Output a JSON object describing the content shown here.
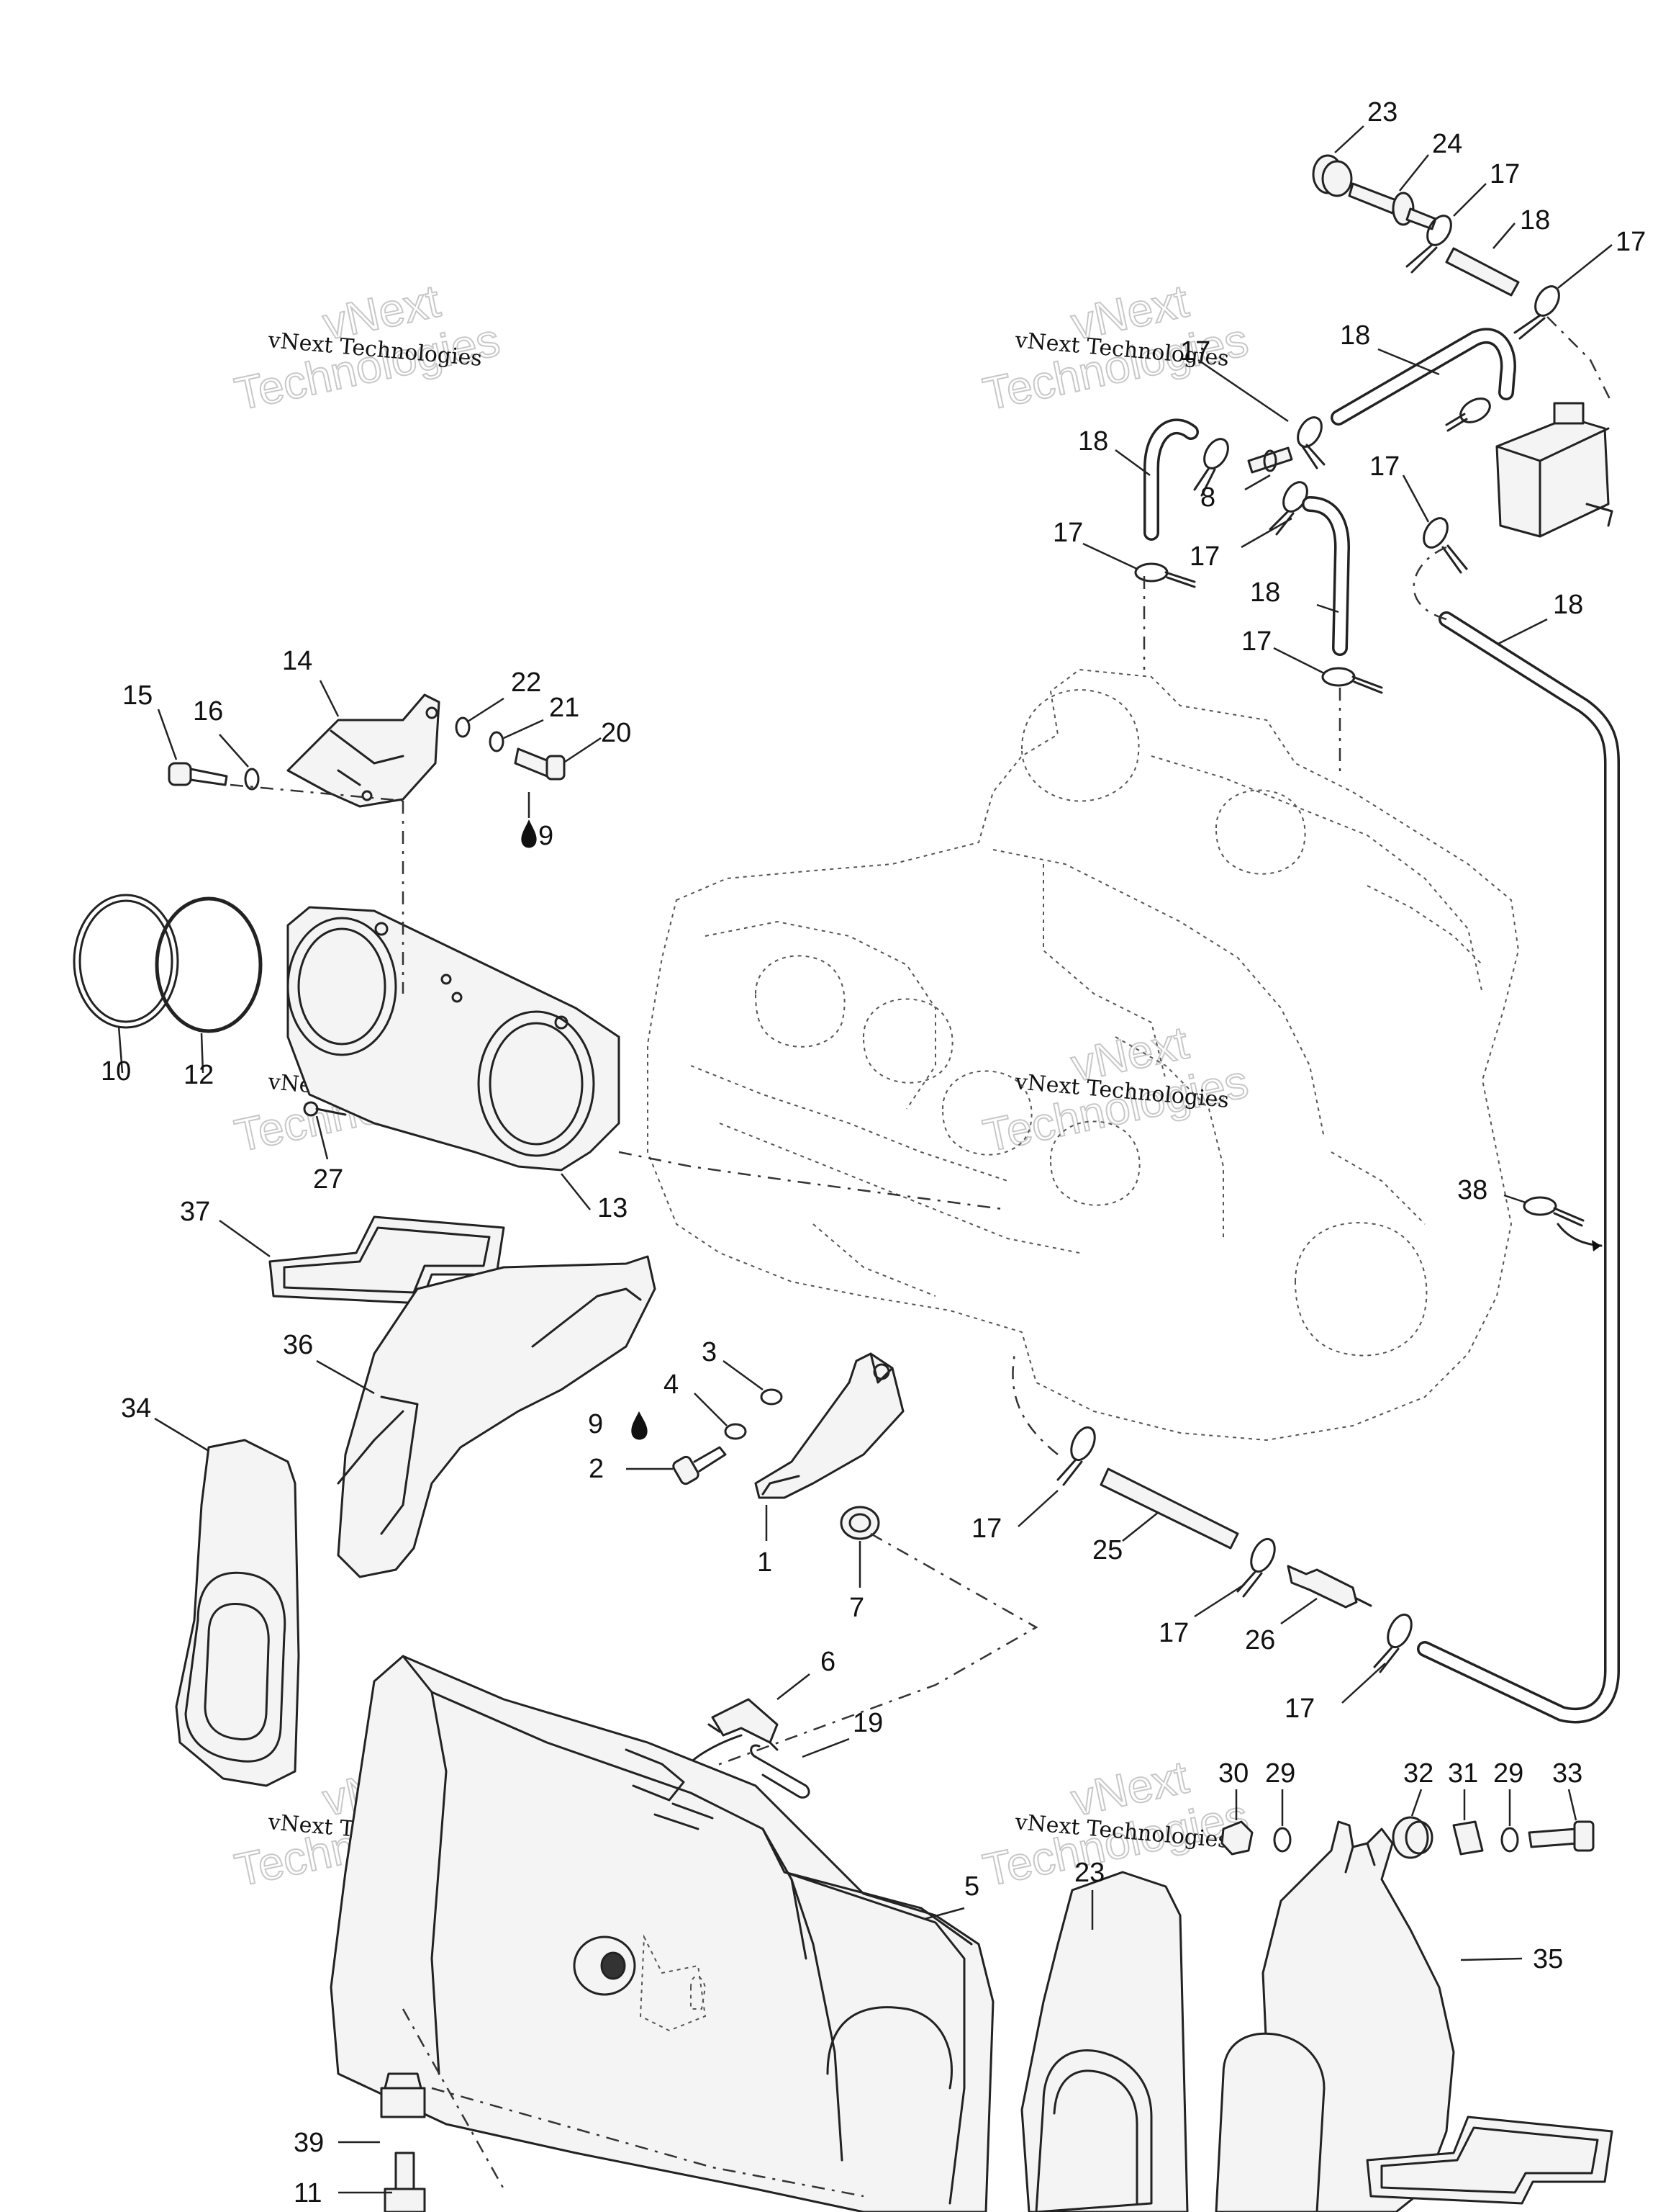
{
  "watermark": {
    "company": "vNext Technologies",
    "ghost_line1": "vNext",
    "ghost_line2": "Technologies"
  },
  "callouts": [
    {
      "id": "c23a",
      "label": "23"
    },
    {
      "id": "c24",
      "label": "24"
    },
    {
      "id": "c17a",
      "label": "17"
    },
    {
      "id": "c18a",
      "label": "18"
    },
    {
      "id": "c17b",
      "label": "17"
    },
    {
      "id": "c18b",
      "label": "18"
    },
    {
      "id": "c17c",
      "label": "17"
    },
    {
      "id": "c18c",
      "label": "18"
    },
    {
      "id": "c8",
      "label": "8"
    },
    {
      "id": "c17d",
      "label": "17"
    },
    {
      "id": "c17e",
      "label": "17"
    },
    {
      "id": "c17f",
      "label": "17"
    },
    {
      "id": "c18d",
      "label": "18"
    },
    {
      "id": "c17g",
      "label": "17"
    },
    {
      "id": "c18e",
      "label": "18"
    },
    {
      "id": "c14",
      "label": "14"
    },
    {
      "id": "c15",
      "label": "15"
    },
    {
      "id": "c16",
      "label": "16"
    },
    {
      "id": "c22",
      "label": "22"
    },
    {
      "id": "c21",
      "label": "21"
    },
    {
      "id": "c20",
      "label": "20"
    },
    {
      "id": "c9a",
      "label": "9"
    },
    {
      "id": "c10",
      "label": "10"
    },
    {
      "id": "c12",
      "label": "12"
    },
    {
      "id": "c27",
      "label": "27"
    },
    {
      "id": "c13",
      "label": "13"
    },
    {
      "id": "c38",
      "label": "38"
    },
    {
      "id": "c37",
      "label": "37"
    },
    {
      "id": "c36",
      "label": "36"
    },
    {
      "id": "c34",
      "label": "34"
    },
    {
      "id": "c3",
      "label": "3"
    },
    {
      "id": "c4",
      "label": "4"
    },
    {
      "id": "c9b",
      "label": "9"
    },
    {
      "id": "c2",
      "label": "2"
    },
    {
      "id": "c1",
      "label": "1"
    },
    {
      "id": "c7",
      "label": "7"
    },
    {
      "id": "c17h",
      "label": "17"
    },
    {
      "id": "c25",
      "label": "25"
    },
    {
      "id": "c17i",
      "label": "17"
    },
    {
      "id": "c26",
      "label": "26"
    },
    {
      "id": "c17j",
      "label": "17"
    },
    {
      "id": "c6",
      "label": "6"
    },
    {
      "id": "c19",
      "label": "19"
    },
    {
      "id": "c30",
      "label": "30"
    },
    {
      "id": "c29a",
      "label": "29"
    },
    {
      "id": "c32",
      "label": "32"
    },
    {
      "id": "c31",
      "label": "31"
    },
    {
      "id": "c29b",
      "label": "29"
    },
    {
      "id": "c33",
      "label": "33"
    },
    {
      "id": "c5",
      "label": "5"
    },
    {
      "id": "c23b",
      "label": "23"
    },
    {
      "id": "c35",
      "label": "35"
    },
    {
      "id": "c39",
      "label": "39"
    },
    {
      "id": "c11",
      "label": "11"
    }
  ]
}
